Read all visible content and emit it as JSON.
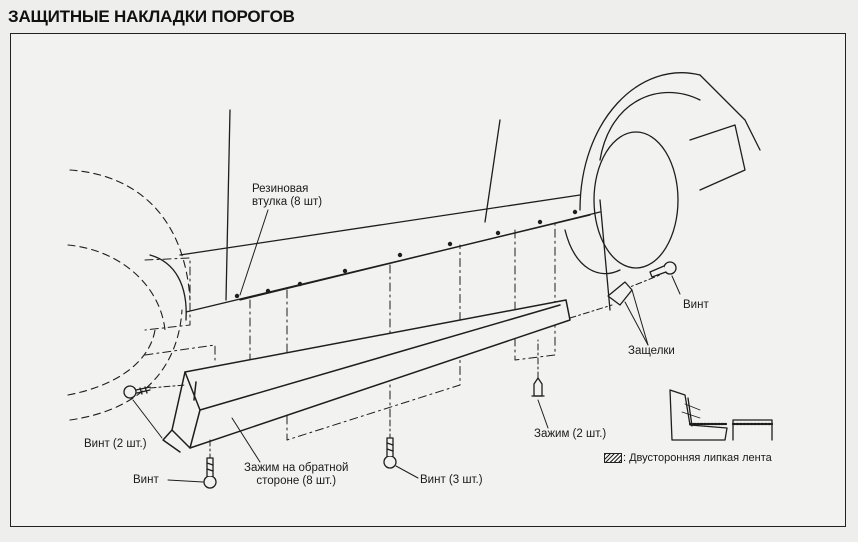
{
  "title": "ЗАЩИТНЫЕ НАКЛАДКИ ПОРОГОВ",
  "labels": {
    "rubber_bushing_line1": "Резиновая",
    "rubber_bushing_line2": "втулка (8 шт)",
    "screw_right": "Винт",
    "latches": "Защелки",
    "clip_2": "Зажим (2 шт.)",
    "screw_2": "Винт (2 шт.)",
    "screw_bottom": "Винт",
    "clip_back_line1": "Зажим на обратной",
    "clip_back_line2": "стороне (8 шт.)",
    "screw_3": "Винт (3 шт.)",
    "legend_text": ": Двусторонняя липкая лента"
  }
}
